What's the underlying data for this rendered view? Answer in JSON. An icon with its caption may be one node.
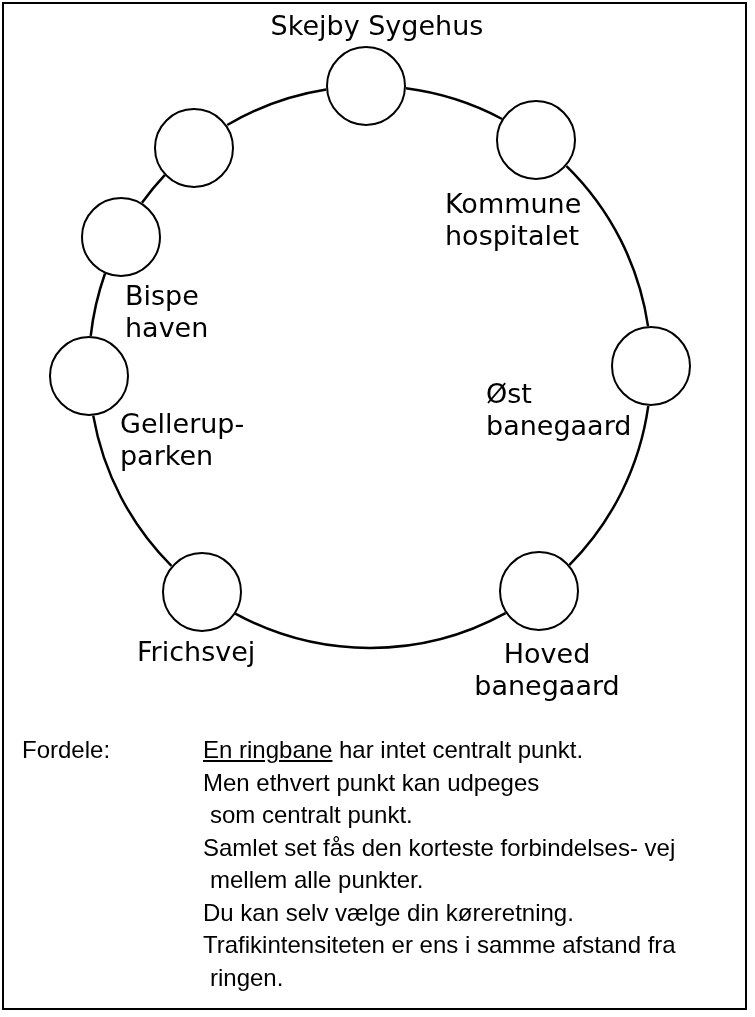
{
  "diagram": {
    "nodes": [
      {
        "text": [
          "Skejby Sygehus"
        ]
      },
      {
        "text": [],
        "shape": "circle"
      },
      {
        "text": [
          "Kommune hospitalet"
        ]
      },
      {
        "text": [
          "Bispe haven"
        ]
      },
      {
        "text": [
          "Øst banegaard"
        ]
      },
      {
        "text": [
          "Gellerup- parken"
        ]
      },
      {
        "text": [
          "Frichsvej"
        ]
      },
      {
        "text": [
          "Hoved banegaard"
        ]
      }
    ],
    "edges": [
      {
        "from": 0,
        "to": 2,
        "arrow": "none"
      },
      {
        "from": 2,
        "to": 4,
        "arrow": "none"
      },
      {
        "from": 4,
        "to": 7,
        "arrow": "none"
      },
      {
        "from": 7,
        "to": 6,
        "arrow": "none"
      },
      {
        "from": 6,
        "to": 5,
        "arrow": "none"
      },
      {
        "from": 5,
        "to": 3,
        "arrow": "none"
      },
      {
        "from": 3,
        "to": 1,
        "arrow": "none"
      },
      {
        "from": 1,
        "to": 0,
        "arrow": "none"
      }
    ],
    "labels": [
      "Fordele:",
      "En ringbane",
      "har intet centralt punkt.",
      "Men ethvert punkt kan udpeges som centralt punkt.",
      "Samlet set fås den korteste forbindelses- vej mellem alle punkter.",
      "Du kan selv vælge din køreretning.",
      "Trafikintensiteten er ens i samme afstand fra ringen."
    ]
  }
}
